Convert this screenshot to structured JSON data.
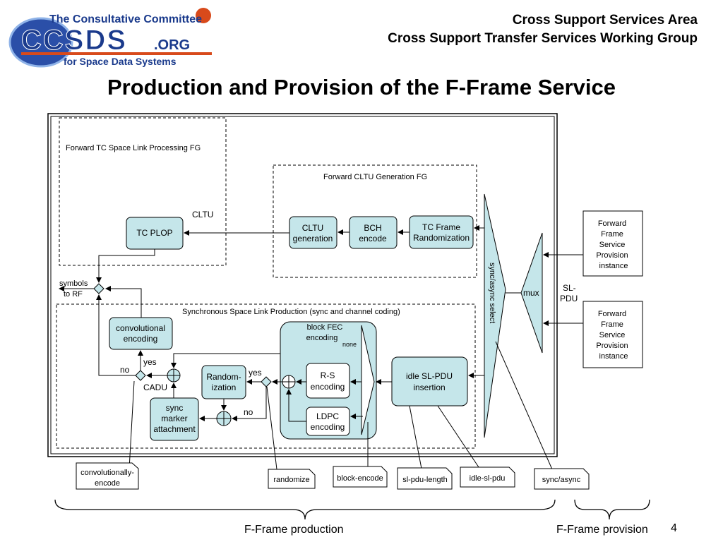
{
  "header": {
    "area": "Cross Support Services Area",
    "group": "Cross Support Transfer Services Working Group"
  },
  "logo": {
    "line1": "The Consultative Committee",
    "wordmark": "CCSDS",
    "suffix": ".ORG",
    "line3": "for Space Data Systems"
  },
  "title": "Production and Provision of the F-Frame Service",
  "diagram": {
    "fg_tc_processing": "Forward TC Space Link Processing FG",
    "fg_cltu_generation": "Forward CLTU Generation FG",
    "fg_sync": "Synchronous Space Link Production (sync and channel coding)",
    "cltu_label": "CLTU",
    "tc_plop": "TC PLOP",
    "cltu_gen": [
      "CLTU",
      "generation"
    ],
    "bch": [
      "BCH",
      "encode"
    ],
    "tc_frame_rand": [
      "TC Frame",
      "Randomization"
    ],
    "sync_async_select": "sync/async select",
    "mux": "mux",
    "sl_pdu": [
      "SL-",
      "PDU"
    ],
    "provision_1": [
      "Forward",
      "Frame",
      "Service",
      "Provision",
      "instance"
    ],
    "provision_2": [
      "Forward",
      "Frame",
      "Service",
      "Provision",
      "instance"
    ],
    "symbols_to_rf": [
      "symbols",
      "to RF"
    ],
    "conv_encoding": [
      "convolutional",
      "encoding"
    ],
    "yes_1": "yes",
    "no_1": "no",
    "cadu": "CADU",
    "randomization": [
      "Random-",
      "ization"
    ],
    "yes_2": "yes",
    "no_2": "no",
    "sync_marker": [
      "sync",
      "marker",
      "attachment"
    ],
    "block_fec": [
      "block FEC",
      "encoding"
    ],
    "none": "none",
    "rs_encoding": [
      "R-S",
      "encoding"
    ],
    "ldpc_encoding": [
      "LDPC",
      "encoding"
    ],
    "idle_insertion": [
      "idle SL-PDU",
      "insertion"
    ],
    "notes": {
      "conv_encode": [
        "convolutionally-",
        "encode"
      ],
      "randomize": "randomize",
      "block_encode": "block-encode",
      "sl_pdu_length": "sl-pdu-length",
      "idle_sl_pdu": "idle-sl-pdu",
      "sync_async": "sync/async"
    }
  },
  "brace_labels": {
    "production": "F-Frame production",
    "provision": "F-Frame provision"
  },
  "page_number": "4",
  "colors": {
    "box_fill": "#c5e6ea",
    "block_fec_fill": "#c5e6ea",
    "logo_blue": "#1a3a8c",
    "logo_orange": "#d84a1b"
  }
}
